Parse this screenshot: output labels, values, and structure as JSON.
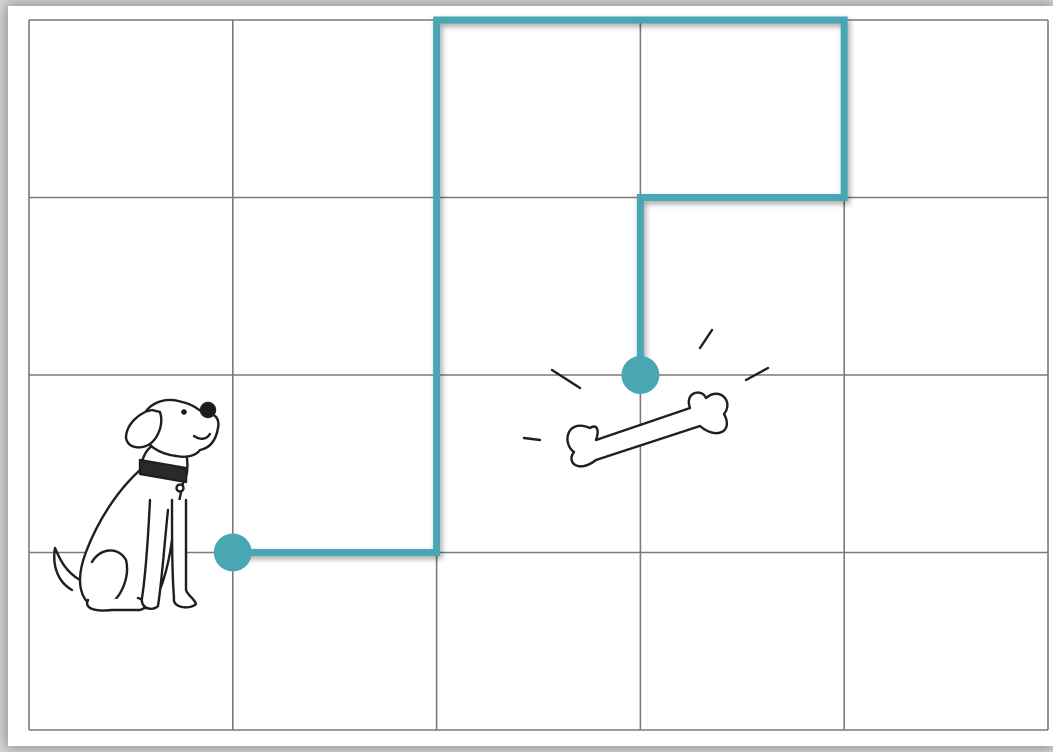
{
  "grid": {
    "columns": 5,
    "rows": 4,
    "line_color": "#7a7a7a"
  },
  "path": {
    "color": "#48a7b3",
    "start_point": "dog",
    "end_point": "bone",
    "moves": [
      {
        "direction": "right",
        "squares": 1
      },
      {
        "direction": "up",
        "squares": 3
      },
      {
        "direction": "right",
        "squares": 2
      },
      {
        "direction": "down",
        "squares": 1
      },
      {
        "direction": "left",
        "squares": 1
      },
      {
        "direction": "down",
        "squares": 1
      }
    ]
  },
  "icons": {
    "dog": "dog-icon",
    "bone": "bone-icon"
  }
}
